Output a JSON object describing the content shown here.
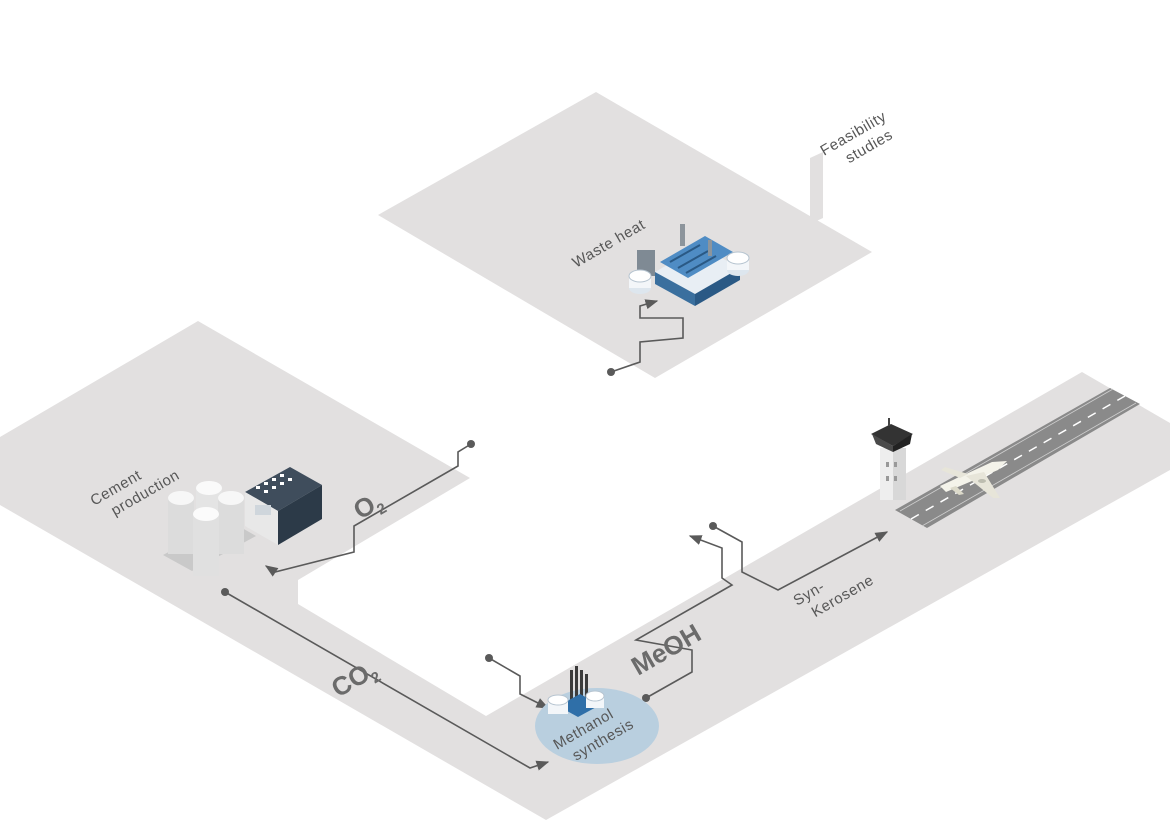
{
  "labels": {
    "feasibility": [
      "Feasibility",
      "studies"
    ],
    "waste_heat": "Waste heat",
    "cement": [
      "Cement",
      "production"
    ],
    "o2": "O",
    "o2_sub": "2",
    "co2": "CO",
    "co2_sub": "2",
    "meoh": "MeOH",
    "methanol": [
      "Methanol",
      "synthesis"
    ],
    "kerosene": [
      "Syn-",
      "Kerosene"
    ]
  },
  "colors": {
    "platform": "#e2e0e0",
    "methanol_disc": "#b9cfdf",
    "runway": "#8a8a8a",
    "factory_blue": "#2f6fa8",
    "line": "#5a5a5a",
    "text": "#575757"
  },
  "icons": [
    "factory-icon",
    "cement-plant-icon",
    "methanol-reactor-icon",
    "control-tower-icon",
    "airplane-icon"
  ]
}
